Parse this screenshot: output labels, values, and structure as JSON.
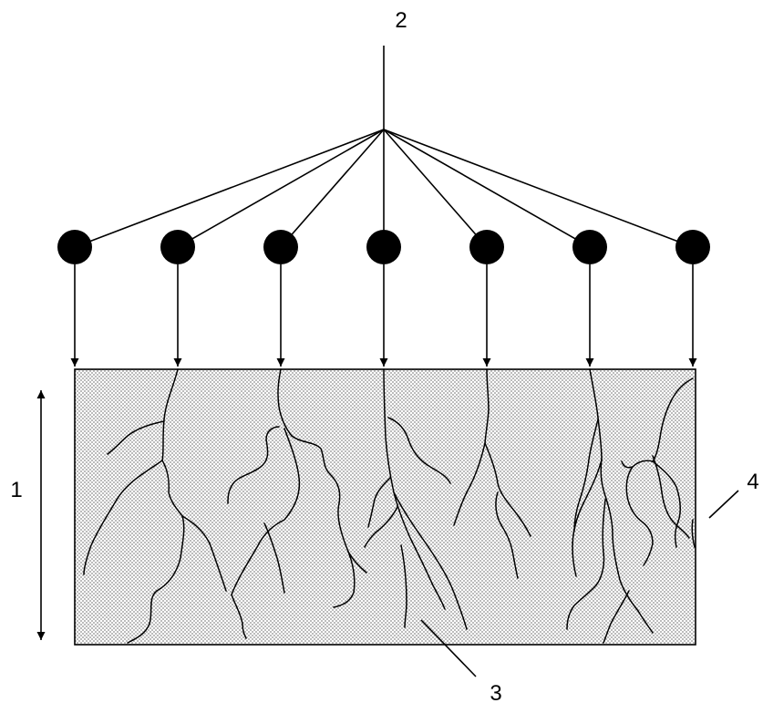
{
  "labels": {
    "thickness": "1",
    "source": "2",
    "crack": "3",
    "body": "4"
  },
  "diagram": {
    "injector_count": 7,
    "colors": {
      "ink": "#000000",
      "texture": "#9a9a9a",
      "background": "#ffffff"
    }
  }
}
